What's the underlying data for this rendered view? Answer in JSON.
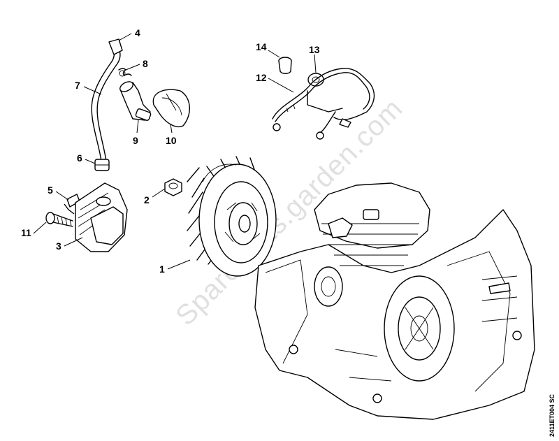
{
  "diagram": {
    "watermark": "Spareparts.garden.com",
    "reference_code": "2411ET004 SC",
    "callouts": [
      {
        "id": "c1",
        "label": "1"
      },
      {
        "id": "c2",
        "label": "2"
      },
      {
        "id": "c3",
        "label": "3"
      },
      {
        "id": "c4",
        "label": "4"
      },
      {
        "id": "c5",
        "label": "5"
      },
      {
        "id": "c6",
        "label": "6"
      },
      {
        "id": "c7",
        "label": "7"
      },
      {
        "id": "c8",
        "label": "8"
      },
      {
        "id": "c9",
        "label": "9"
      },
      {
        "id": "c10",
        "label": "10"
      },
      {
        "id": "c11",
        "label": "11"
      },
      {
        "id": "c12",
        "label": "12"
      },
      {
        "id": "c13",
        "label": "13"
      },
      {
        "id": "c14",
        "label": "14"
      }
    ]
  }
}
